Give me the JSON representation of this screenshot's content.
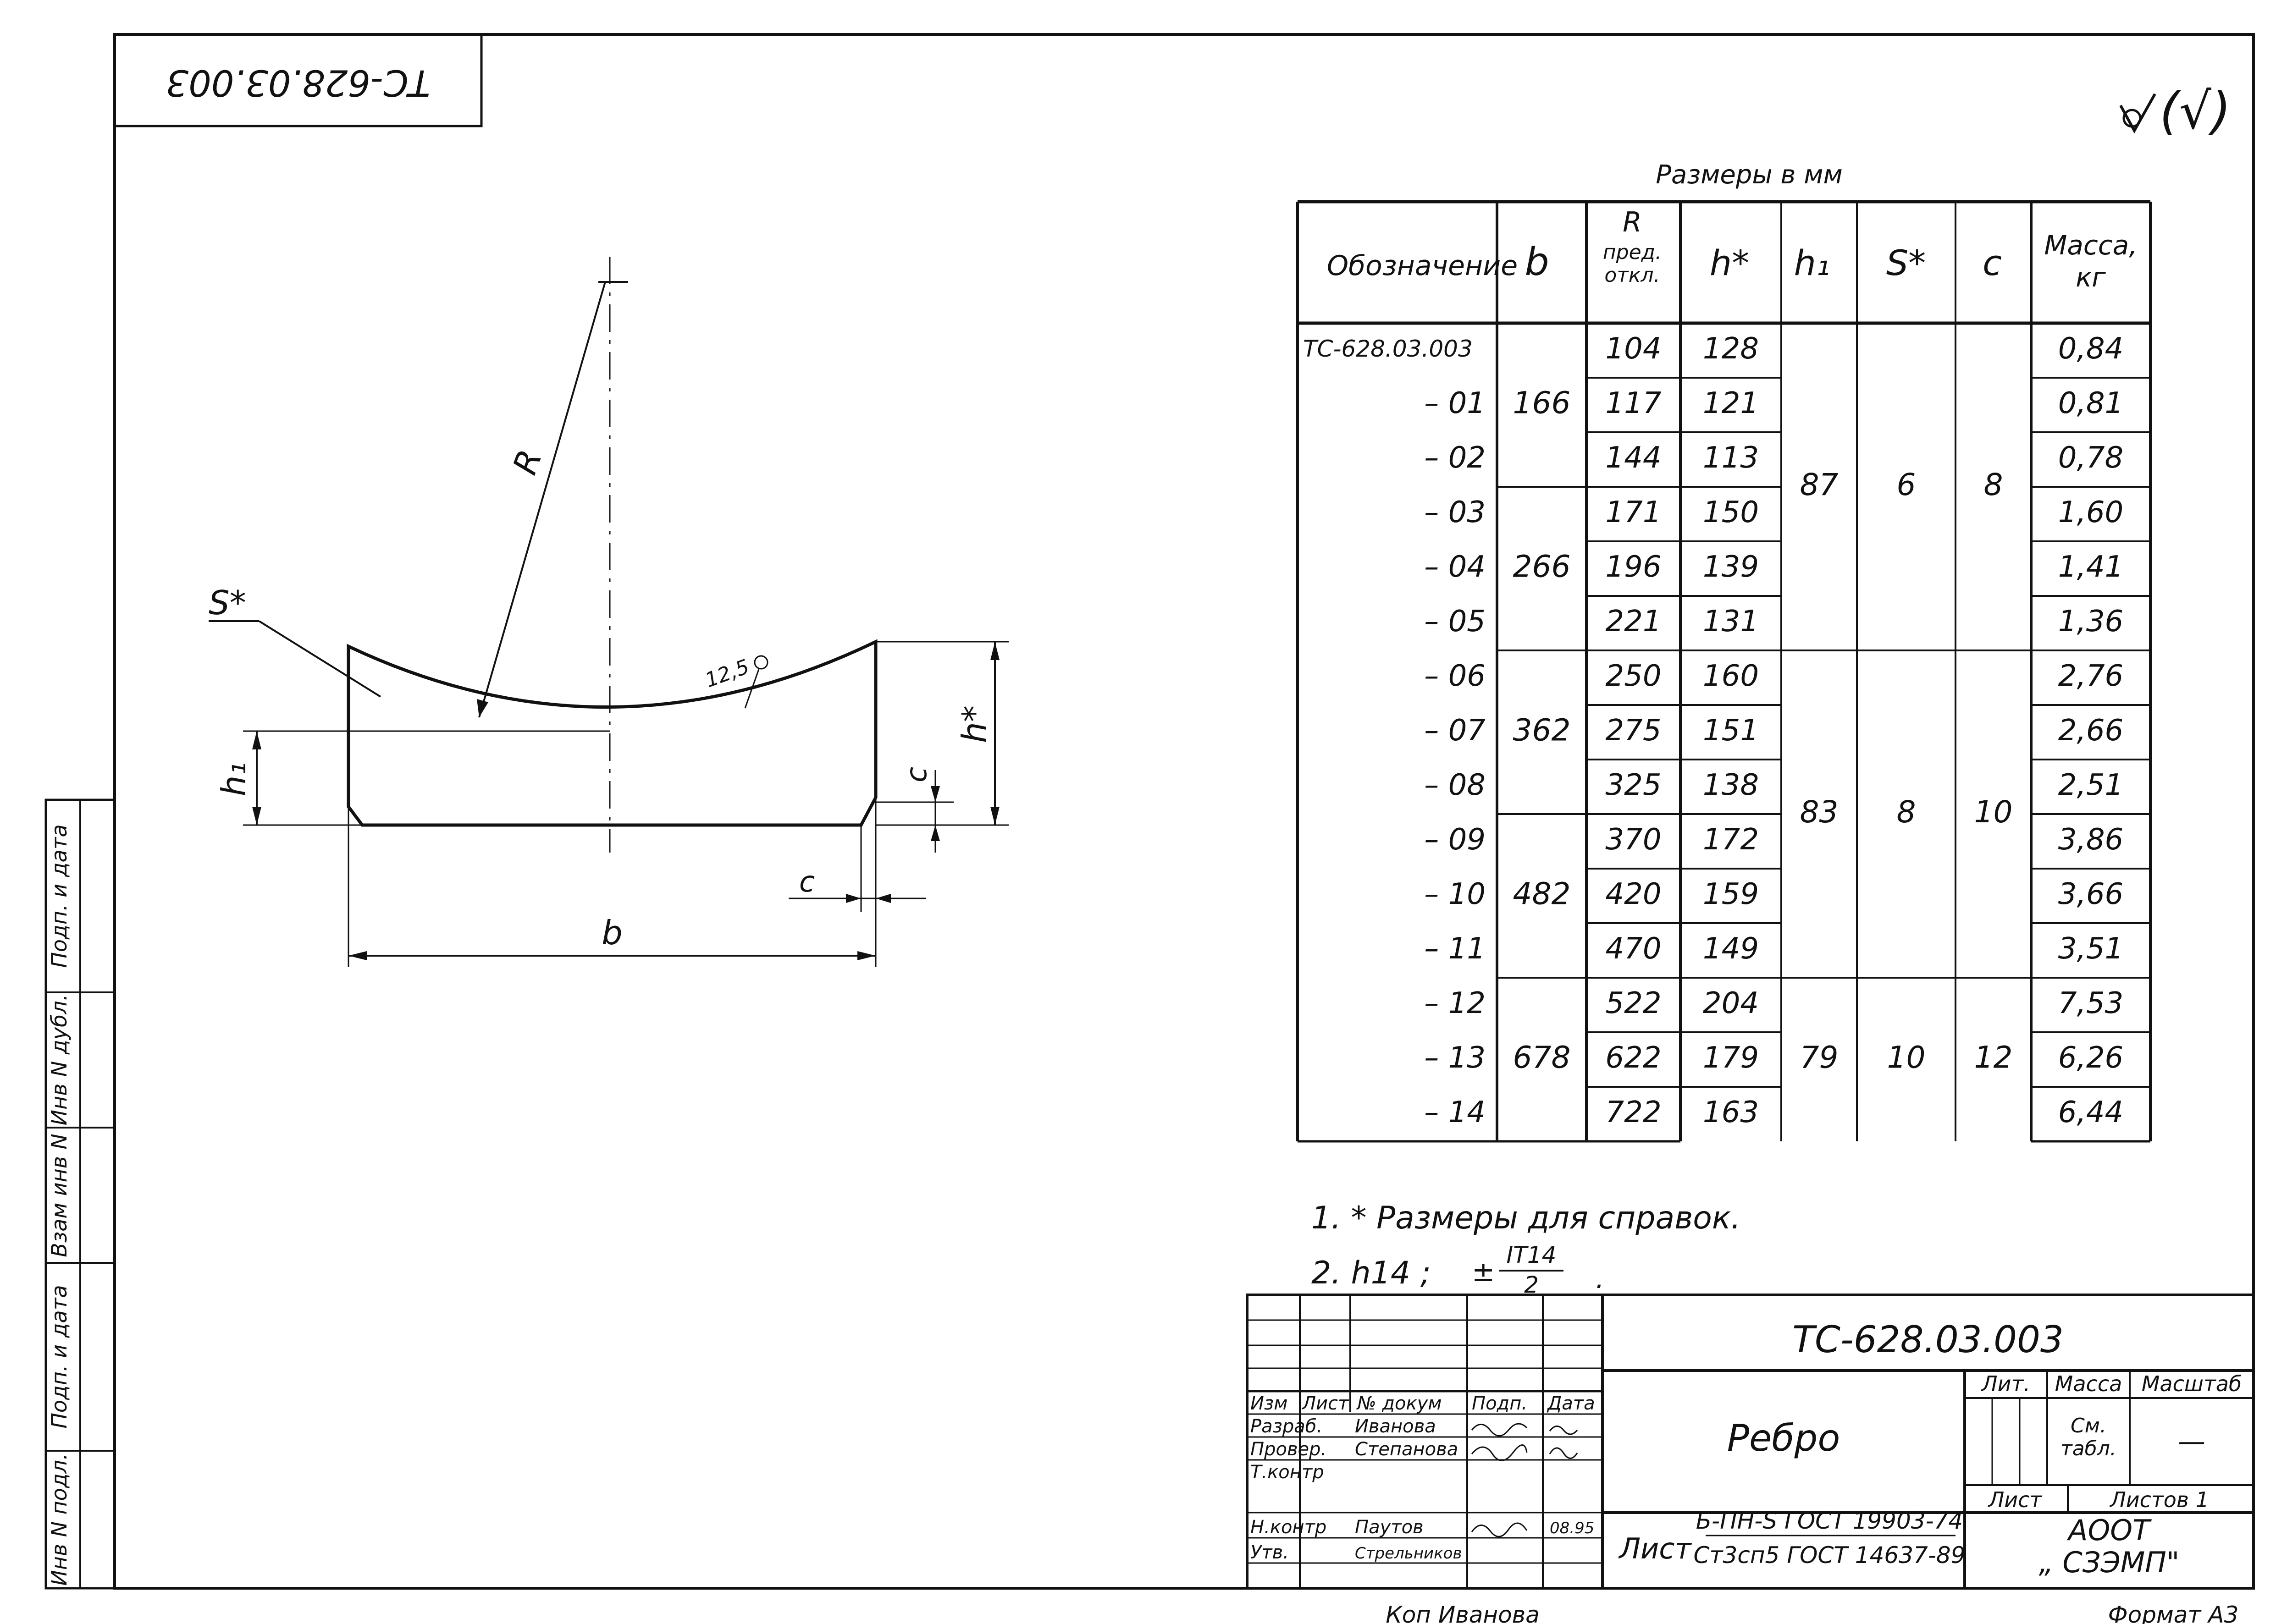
{
  "doc": {
    "code": "ТС-628.03.003",
    "stamp_code_rotated": "ТС-628.03.003",
    "roughness": "(√)",
    "units": "Размеры в мм",
    "name": "Ребро",
    "material_line1": "Б-ПН-S ГОСТ 19903-74",
    "material_line2": "Ст3сп5 ГОСТ 14637-89",
    "sheet_word": "Лист",
    "org_line1": "АООТ",
    "org_line2": "„ СЗЭМП\"",
    "copied": "Коп  Иванова",
    "format": "Формат А3"
  },
  "drawing": {
    "label_R": "R",
    "label_S": "S*",
    "label_h1": "h₁",
    "label_hstar": "h*",
    "label_c1": "c",
    "label_c2": "c",
    "label_b": "b",
    "roughness_mark": "12,5"
  },
  "table": {
    "headers": {
      "designation": "Обозначение",
      "b": "b",
      "R_top": "R",
      "R_mid": "пред.",
      "R_bot": "откл.",
      "hstar": "h*",
      "h1": "h₁",
      "s": "S*",
      "c": "c",
      "mass_top": "Масса,",
      "mass_bot": "кг"
    },
    "rows": [
      {
        "d": "ТС-628.03.003",
        "R": "104",
        "h": "128",
        "m": "0,84"
      },
      {
        "d": "– 01",
        "R": "117",
        "h": "121",
        "m": "0,81"
      },
      {
        "d": "– 02",
        "R": "144",
        "h": "113",
        "m": "0,78"
      },
      {
        "d": "– 03",
        "R": "171",
        "h": "150",
        "m": "1,60"
      },
      {
        "d": "– 04",
        "R": "196",
        "h": "139",
        "m": "1,41"
      },
      {
        "d": "– 05",
        "R": "221",
        "h": "131",
        "m": "1,36"
      },
      {
        "d": "– 06",
        "R": "250",
        "h": "160",
        "m": "2,76"
      },
      {
        "d": "– 07",
        "R": "275",
        "h": "151",
        "m": "2,66"
      },
      {
        "d": "– 08",
        "R": "325",
        "h": "138",
        "m": "2,51"
      },
      {
        "d": "– 09",
        "R": "370",
        "h": "172",
        "m": "3,86"
      },
      {
        "d": "– 10",
        "R": "420",
        "h": "159",
        "m": "3,66"
      },
      {
        "d": "– 11",
        "R": "470",
        "h": "149",
        "m": "3,51"
      },
      {
        "d": "– 12",
        "R": "522",
        "h": "204",
        "m": "7,53"
      },
      {
        "d": "– 13",
        "R": "622",
        "h": "179",
        "m": "6,26"
      },
      {
        "d": "– 14",
        "R": "722",
        "h": "163",
        "m": "6,44"
      }
    ],
    "b_groups": [
      "166",
      "266",
      "362",
      "482",
      "678"
    ],
    "h1_groups": [
      "87",
      "83",
      "79"
    ],
    "s_groups": [
      "6",
      "8",
      "10"
    ],
    "c_groups": [
      "8",
      "10",
      "12"
    ]
  },
  "notes": {
    "n1": "1. * Размеры  для справок.",
    "n2": "2.  h14 ;",
    "n2_pm": "±",
    "n2_num": "IT14",
    "n2_den": "2",
    "n2_end": "."
  },
  "title_block": {
    "izm": "Изм",
    "list": "Лист",
    "ndoc": "№ докум",
    "podp": "Подп.",
    "data": "Дата",
    "razrab": "Разраб.",
    "razrab_name": "Иванова",
    "prover": "Провер.",
    "prover_name": "Степанова",
    "tkontr": "Т.контр",
    "nkontr": "Н.контр",
    "nkontr_name": "Паутов",
    "nkontr_date": "08.95",
    "utv": "Утв.",
    "utv_name": "Стрельников",
    "lit": "Лит.",
    "massa": "Масса",
    "masshtab": "Масштаб",
    "mass_val1": "См.",
    "mass_val2": "табл.",
    "scale_val": "—",
    "list_cell": "Лист",
    "listov": "Листов  1"
  },
  "side_stamp": {
    "c1": "Инв N подл.",
    "c2": "Подп. и дата",
    "c3": "Взам инв N",
    "c4": "Инв N дубл.",
    "c5": "Подп. и дата"
  }
}
